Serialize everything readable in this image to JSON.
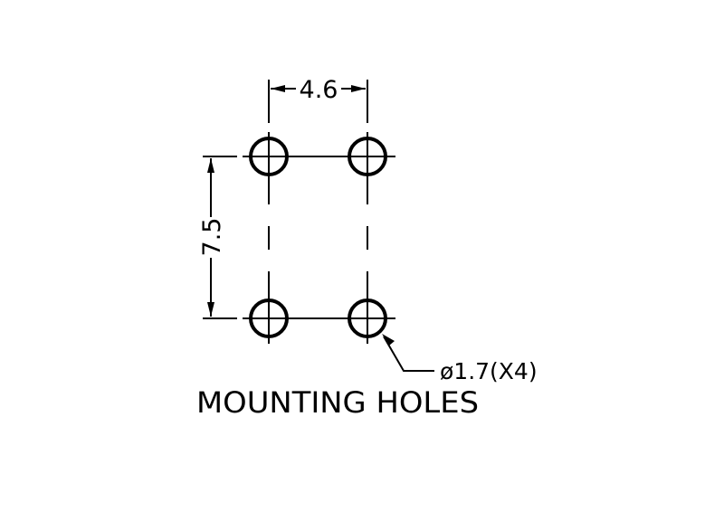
{
  "drawing": {
    "title": "MOUNTING HOLES",
    "dimensions": {
      "horizontal_spacing": "4.6",
      "vertical_spacing": "7.5",
      "hole_callout": "ø1.7(X4)"
    },
    "hole_count": 4,
    "colors": {
      "line": "#000000",
      "background": "#ffffff"
    }
  }
}
